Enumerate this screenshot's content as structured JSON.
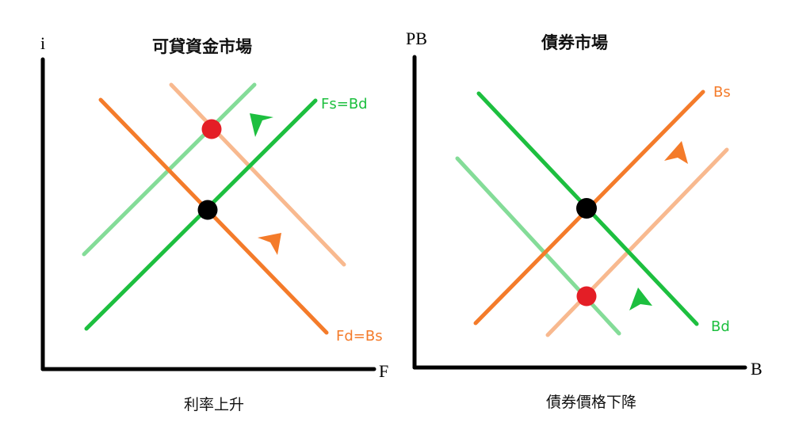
{
  "colors": {
    "orange": "#f47b2a",
    "light_orange": "#f8b98f",
    "green": "#1dbf3f",
    "light_green": "#84dc98",
    "red": "#e41e26",
    "black": "#000000"
  },
  "left_chart": {
    "title": "可貸資金市場",
    "subtitle": "利率上升",
    "y_axis_label": "i",
    "x_axis_label": "F",
    "supply_label": "Fs=Bd",
    "demand_label": "Fd=Bs"
  },
  "right_chart": {
    "title": "債券市場",
    "subtitle": "債券價格下降",
    "y_axis_label": "PB",
    "x_axis_label": "B",
    "supply_label": "Bs",
    "demand_label": "Bd"
  },
  "chart_data": [
    {
      "type": "line",
      "title": "可貸資金市場",
      "subtitle": "利率上升",
      "xlabel": "F",
      "ylabel": "i",
      "series": [
        {
          "name": "Fd=Bs (original demand)",
          "color": "#f47b2a",
          "slope": "downward"
        },
        {
          "name": "Fd=Bs (shifted right)",
          "color": "#f8b98f",
          "slope": "downward"
        },
        {
          "name": "Fs=Bd (original supply)",
          "color": "#1dbf3f",
          "slope": "upward"
        },
        {
          "name": "Fs=Bd (shifted left)",
          "color": "#84dc98",
          "slope": "upward"
        }
      ],
      "points": [
        {
          "name": "original equilibrium",
          "color": "black"
        },
        {
          "name": "new equilibrium (higher i)",
          "color": "red"
        }
      ],
      "annotations": [
        "green arrow: supply shifts left",
        "orange arrow: demand shifts right"
      ]
    },
    {
      "type": "line",
      "title": "債券市場",
      "subtitle": "債券價格下降",
      "xlabel": "B",
      "ylabel": "PB",
      "series": [
        {
          "name": "Bd (original demand)",
          "color": "#1dbf3f",
          "slope": "downward"
        },
        {
          "name": "Bd (shifted left)",
          "color": "#84dc98",
          "slope": "downward"
        },
        {
          "name": "Bs (original supply)",
          "color": "#f47b2a",
          "slope": "upward"
        },
        {
          "name": "Bs (shifted right)",
          "color": "#f8b98f",
          "slope": "upward"
        }
      ],
      "points": [
        {
          "name": "original equilibrium",
          "color": "black"
        },
        {
          "name": "new equilibrium (lower PB)",
          "color": "red"
        }
      ],
      "annotations": [
        "orange arrow: supply shifts right",
        "green arrow: demand shifts left"
      ]
    }
  ]
}
